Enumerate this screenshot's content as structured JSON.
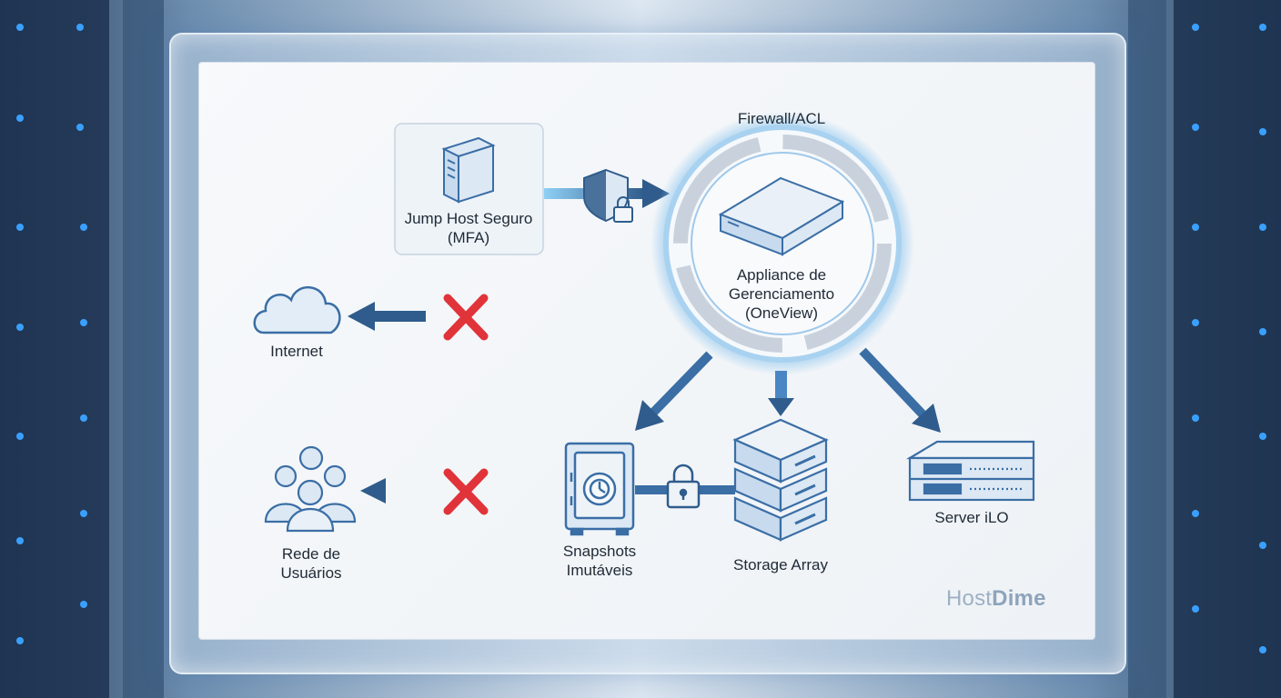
{
  "nodes": {
    "firewall": {
      "label": "Firewall/ACL"
    },
    "jump_host": {
      "label_line1": "Jump Host Seguro",
      "label_line2": "(MFA)"
    },
    "appliance": {
      "label_line1": "Appliance de",
      "label_line2": "Gerenciamento",
      "label_line3": "(OneView)"
    },
    "internet": {
      "label": "Internet"
    },
    "user_network": {
      "label_line1": "Rede de",
      "label_line2": "Usuários"
    },
    "snapshots": {
      "label_line1": "Snapshots",
      "label_line2": "Imutáveis"
    },
    "storage": {
      "label": "Storage Array"
    },
    "server_ilo": {
      "label": "Server iLO"
    }
  },
  "brand": {
    "part1": "Host",
    "part2": "Dime"
  },
  "colors": {
    "arrow_dark": "#2f5c8c",
    "arrow_light": "#6fb4e6",
    "block_red": "#e0343a",
    "icon_stroke": "#3a6ea5",
    "icon_fill": "#dce8f4"
  }
}
